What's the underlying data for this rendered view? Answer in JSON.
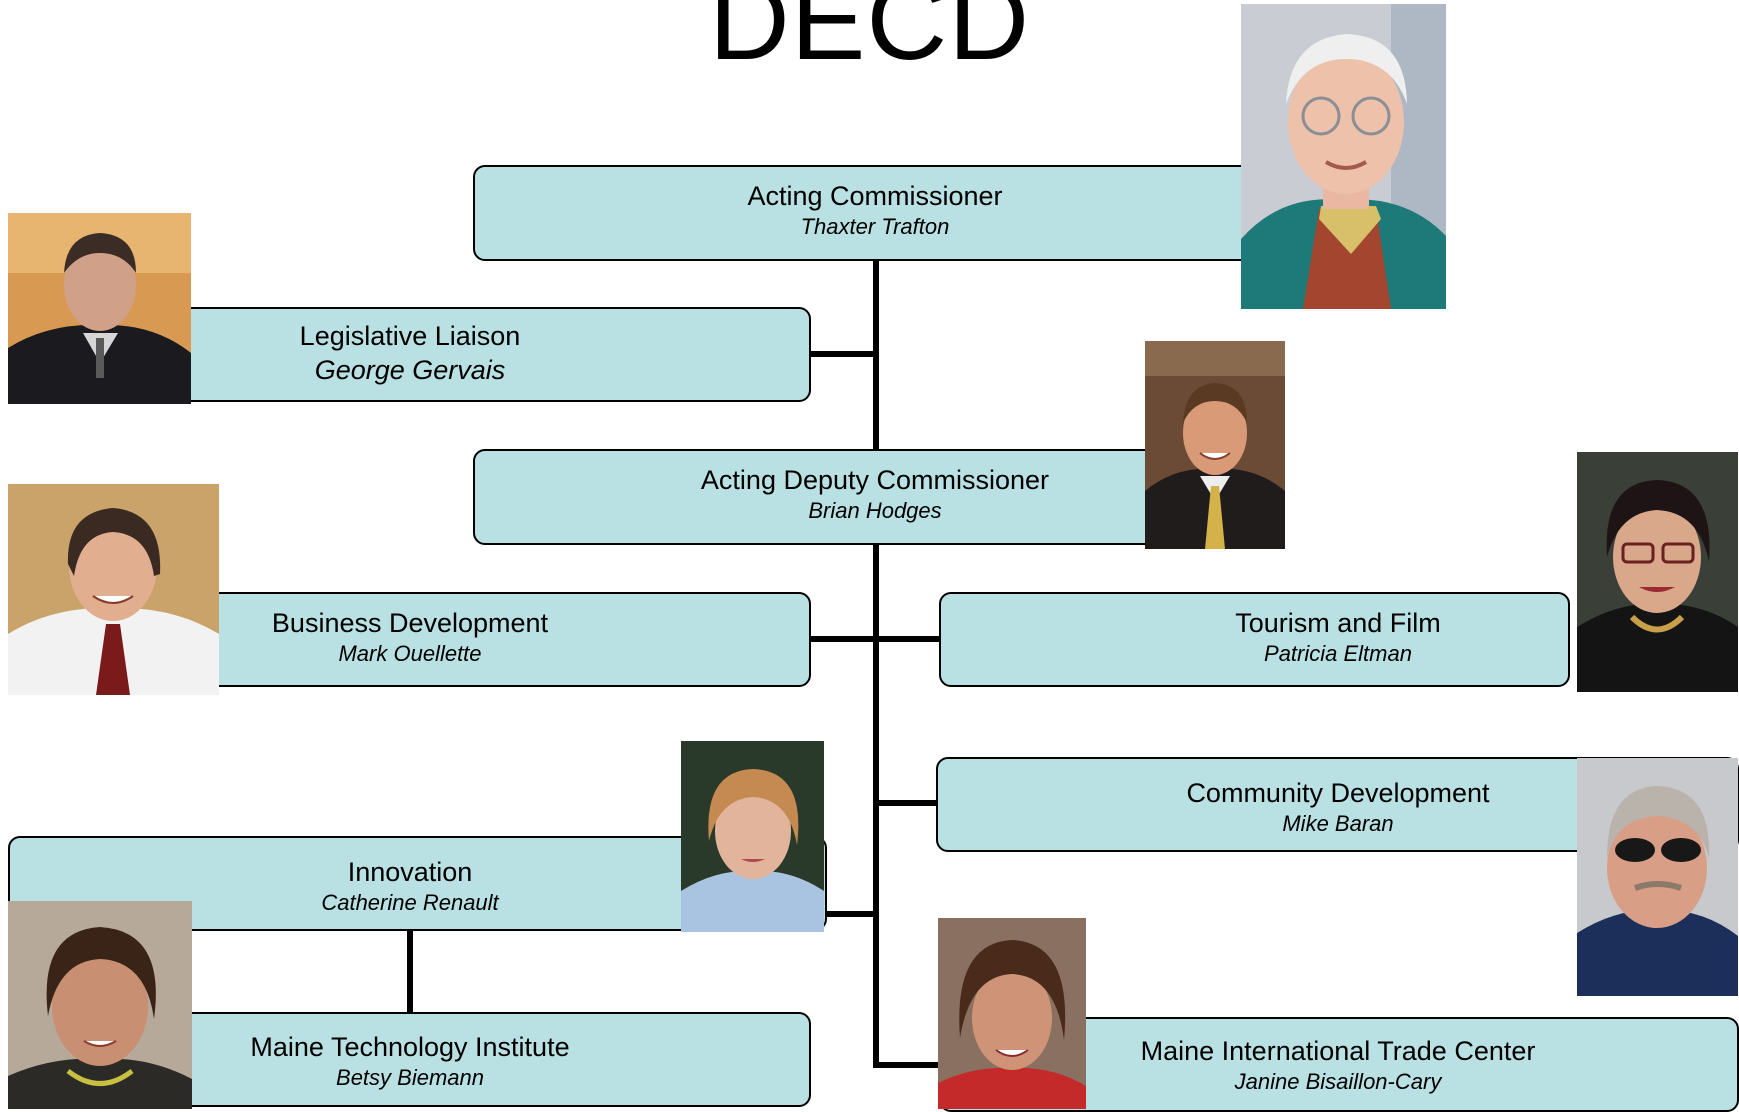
{
  "title": "DECD",
  "nodes": {
    "commissioner": {
      "role": "Acting Commissioner",
      "person": "Thaxter Trafton"
    },
    "liaison": {
      "role": "Legislative Liaison",
      "person": "George Gervais"
    },
    "deputy": {
      "role": "Acting Deputy Commissioner",
      "person": "Brian Hodges"
    },
    "business": {
      "role": "Business Development",
      "person": "Mark Ouellette"
    },
    "tourism": {
      "role": "Tourism and Film",
      "person": "Patricia Eltman"
    },
    "community": {
      "role": "Community Development",
      "person": "Mike Baran"
    },
    "innovation": {
      "role": "Innovation",
      "person": "Catherine Renault"
    },
    "mti": {
      "role": "Maine Technology Institute",
      "person": "Betsy Biemann"
    },
    "mitc": {
      "role": "Maine International Trade Center",
      "person": "Janine Bisaillon-Cary"
    }
  },
  "colors": {
    "box_fill": "#b9e0e2",
    "connector": "#000000"
  }
}
